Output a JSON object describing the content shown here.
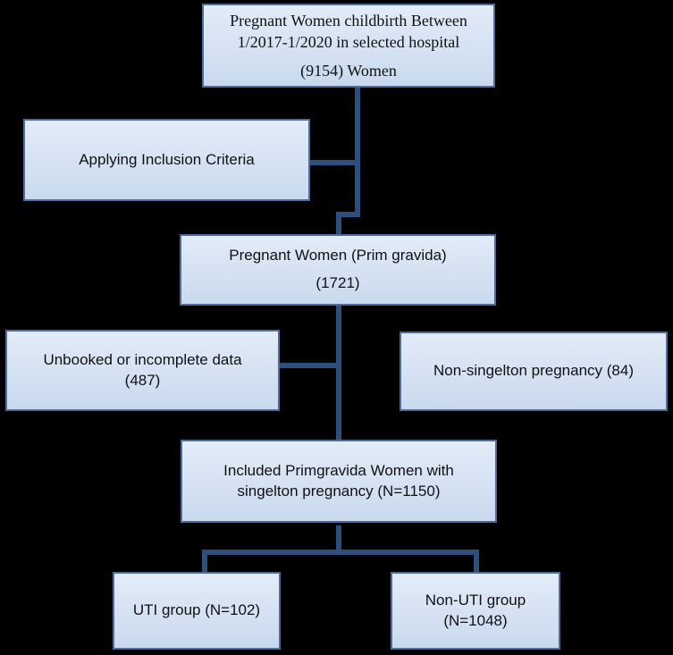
{
  "diagram": {
    "start": {
      "line1": "Pregnant Women childbirth Between",
      "line2": "1/2017-1/2020 in selected hospital",
      "line3": "(9154) Women"
    },
    "inclusion": {
      "label": "Applying Inclusion Criteria"
    },
    "primigravida": {
      "line1": "Pregnant Women (Prim gravida)",
      "line2": "(1721)"
    },
    "unbooked": {
      "line1": "Unbooked or incomplete data",
      "line2": "(487)"
    },
    "nonsingleton": {
      "label": "Non-singelton pregnancy (84)"
    },
    "included": {
      "line1": "Included Primgravida Women with",
      "line2": "singelton pregnancy (N=1150)"
    },
    "uti": {
      "label": "UTI group (N=102)"
    },
    "nonuti": {
      "line1": "Non-UTI group",
      "line2": "(N=1048)"
    }
  },
  "colors": {
    "background": "#000000",
    "box_fill": "#d6e2f2",
    "box_border": "#4f6d9a",
    "connector": "#2d4f7e"
  }
}
